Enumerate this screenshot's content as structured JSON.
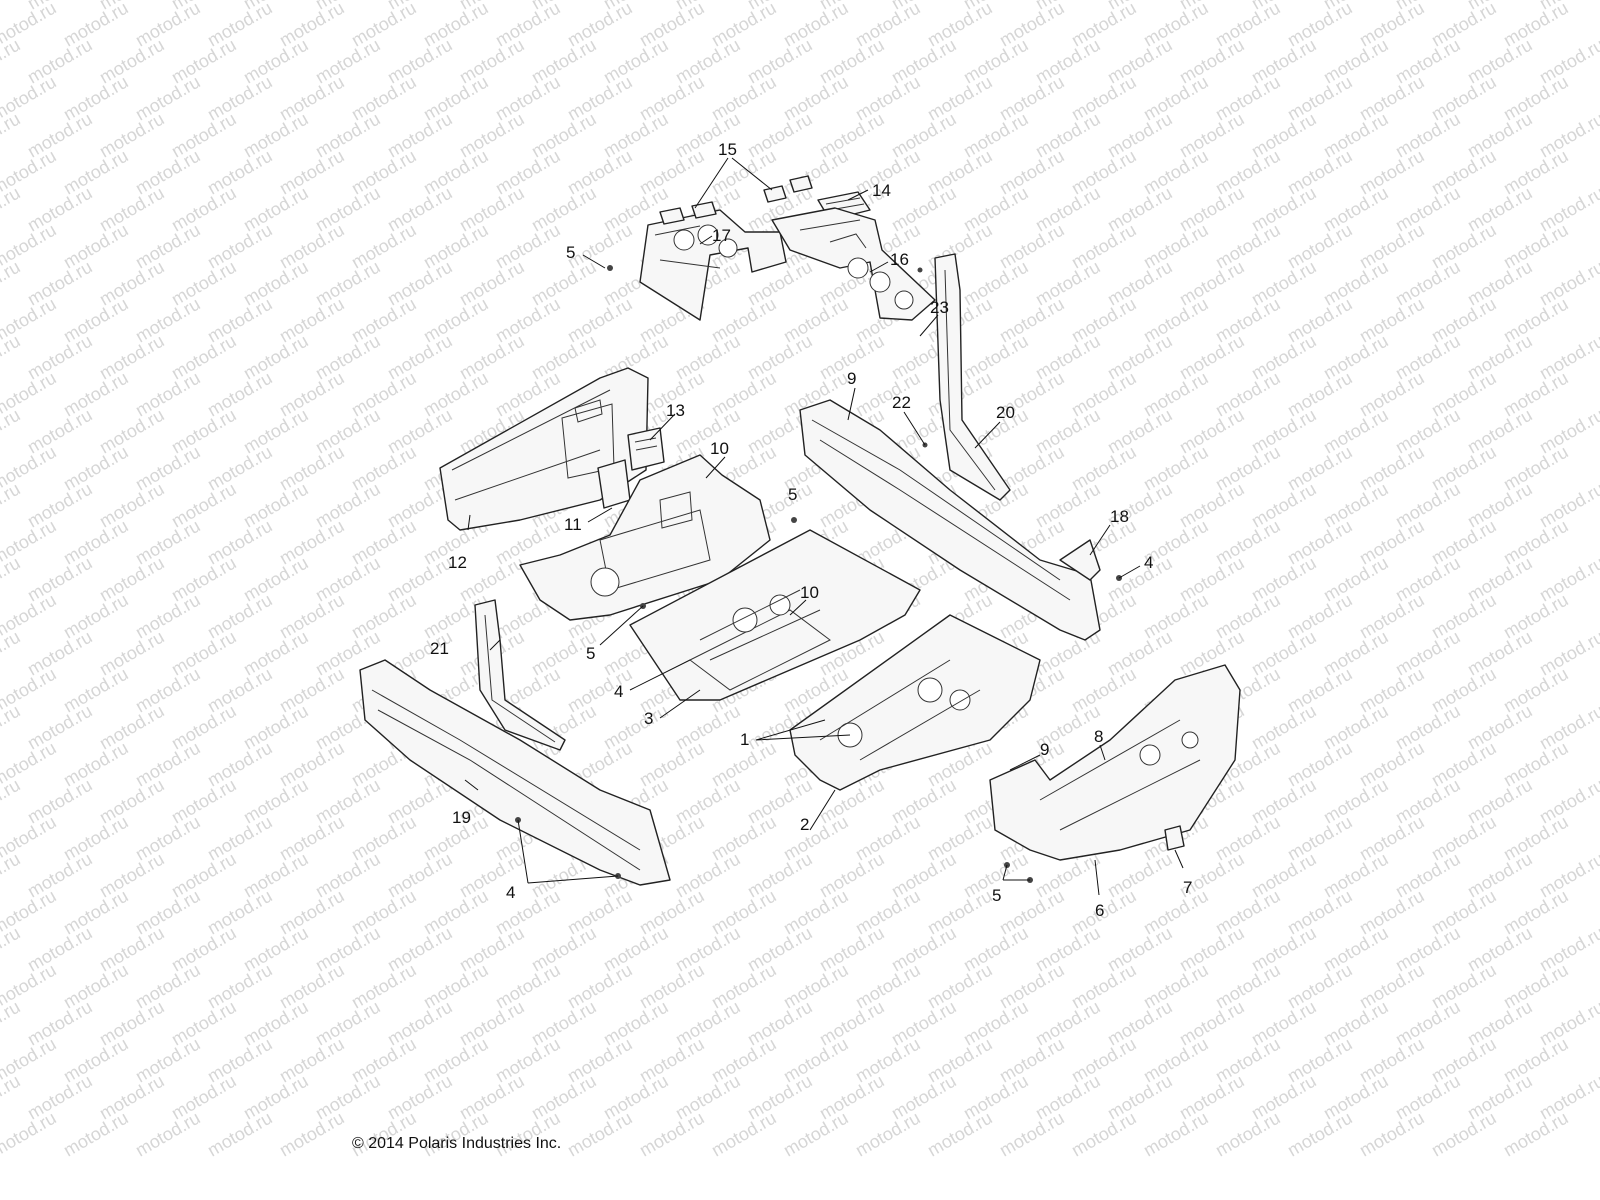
{
  "watermark": "motod.ru",
  "copyright": "© 2014 Polaris Industries Inc.",
  "callouts": [
    {
      "id": "c15",
      "text": "15"
    },
    {
      "id": "c14",
      "text": "14"
    },
    {
      "id": "c17",
      "text": "17"
    },
    {
      "id": "c16",
      "text": "16"
    },
    {
      "id": "c23",
      "text": "23"
    },
    {
      "id": "c5a",
      "text": "5"
    },
    {
      "id": "c9a",
      "text": "9"
    },
    {
      "id": "c22",
      "text": "22"
    },
    {
      "id": "c20",
      "text": "20"
    },
    {
      "id": "c13",
      "text": "13"
    },
    {
      "id": "c10a",
      "text": "10"
    },
    {
      "id": "c11",
      "text": "11"
    },
    {
      "id": "c5b",
      "text": "5"
    },
    {
      "id": "c12",
      "text": "12"
    },
    {
      "id": "c18",
      "text": "18"
    },
    {
      "id": "c4a",
      "text": "4"
    },
    {
      "id": "c10b",
      "text": "10"
    },
    {
      "id": "c21",
      "text": "21"
    },
    {
      "id": "c5c",
      "text": "5"
    },
    {
      "id": "c4b",
      "text": "4"
    },
    {
      "id": "c3",
      "text": "3"
    },
    {
      "id": "c1",
      "text": "1"
    },
    {
      "id": "c9b",
      "text": "9"
    },
    {
      "id": "c8",
      "text": "8"
    },
    {
      "id": "c19",
      "text": "19"
    },
    {
      "id": "c2",
      "text": "2"
    },
    {
      "id": "c5d",
      "text": "5"
    },
    {
      "id": "c7",
      "text": "7"
    },
    {
      "id": "c6",
      "text": "6"
    },
    {
      "id": "c4c",
      "text": "4"
    }
  ]
}
